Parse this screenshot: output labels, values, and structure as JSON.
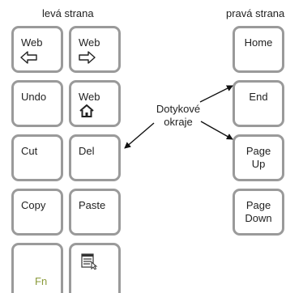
{
  "headings": {
    "left": "levá strana",
    "right": "pravá strana"
  },
  "left_keys": {
    "row1_col1": {
      "label": "Web",
      "icon": "arrow-left-icon"
    },
    "row1_col2": {
      "label": "Web",
      "icon": "arrow-right-icon"
    },
    "row2_col1": {
      "label": "Undo"
    },
    "row2_col2": {
      "label": "Web",
      "icon": "home-icon"
    },
    "row3_col1": {
      "label": "Cut"
    },
    "row3_col2": {
      "label": "Del"
    },
    "row4_col1": {
      "label": "Copy"
    },
    "row4_col2": {
      "label": "Paste"
    },
    "row5_col1": {
      "label": "Fn"
    },
    "row5_col2": {
      "icon": "context-menu-icon"
    }
  },
  "right_keys": {
    "home": {
      "label": "Home"
    },
    "end": {
      "label": "End"
    },
    "page_up": {
      "line1": "Page",
      "line2": "Up"
    },
    "page_down": {
      "line1": "Page",
      "line2": "Down"
    }
  },
  "callout": {
    "line1": "Dotykové",
    "line2": "okraje"
  },
  "colors": {
    "key_border": "#9a9a9a",
    "fn_label": "#8a9a3a",
    "text": "#222222"
  }
}
